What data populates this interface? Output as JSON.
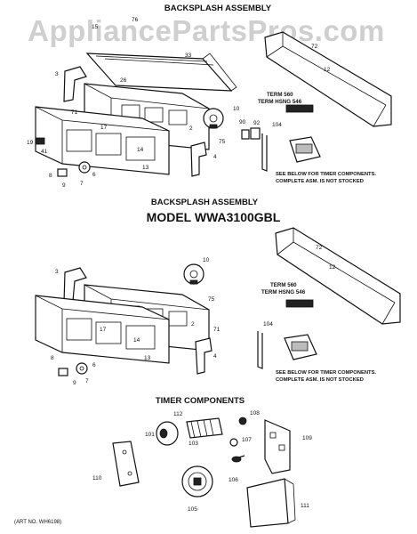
{
  "watermark": "AppliancePartsPros.com",
  "section1": {
    "title": "BACKSPLASH ASSEMBLY",
    "term_line1": "TERM 560",
    "term_line2": "TERM HSNG 546",
    "note_line1": "SEE BELOW FOR TIMER COMPONENTS.",
    "note_line2": "COMPLETE ASM. IS NOT STOCKED",
    "callouts": [
      "76",
      "15",
      "33",
      "72",
      "12",
      "3",
      "26",
      "10",
      "71",
      "90",
      "92",
      "104",
      "2",
      "17",
      "19",
      "41",
      "14",
      "75",
      "13",
      "4",
      "8",
      "6",
      "9",
      "7"
    ]
  },
  "section2": {
    "title": "BACKSPLASH ASSEMBLY",
    "model": "MODEL WWA3100GBL",
    "term_line1": "TERM 560",
    "term_line2": "TERM HSNG 546",
    "note_line1": "SEE BELOW FOR TIMER COMPONENTS.",
    "note_line2": "COMPLETE ASM. IS NOT STOCKED",
    "callouts": [
      "72",
      "12",
      "10",
      "3",
      "75",
      "2",
      "71",
      "104",
      "17",
      "14",
      "13",
      "4",
      "8",
      "6",
      "9",
      "7"
    ]
  },
  "section3": {
    "title": "TIMER COMPONENTS",
    "callouts": [
      "112",
      "108",
      "101",
      "103",
      "107",
      "109",
      "110",
      "106",
      "105",
      "111"
    ]
  },
  "art_no": "(ART NO. WH6198)"
}
